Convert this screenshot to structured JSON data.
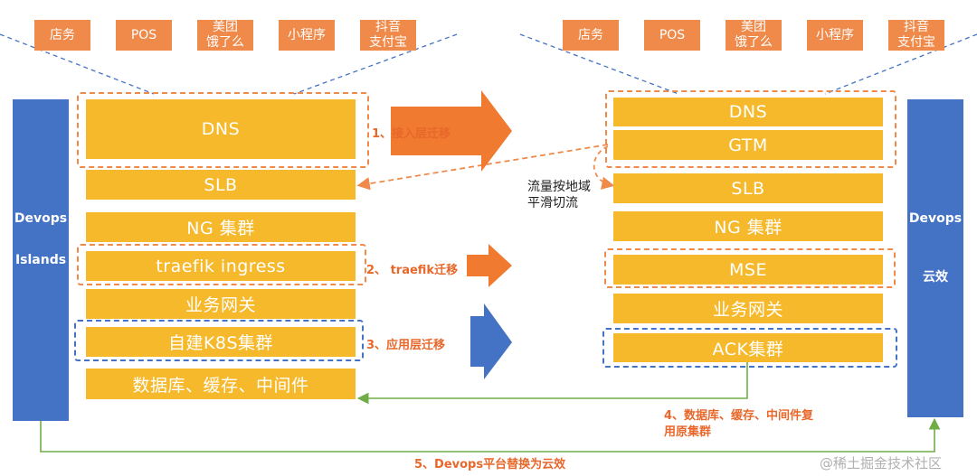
{
  "channels_left": [
    "店务",
    "POS",
    "美团\n饿了么",
    "小程序",
    "抖音\n支付宝"
  ],
  "channels_right": [
    "店务",
    "POS",
    "美团\n饿了么",
    "小程序",
    "抖音\n支付宝"
  ],
  "left_side": {
    "line1": "Devops",
    "line2": "Islands"
  },
  "right_side": {
    "line1": "Devops",
    "line2": "云效"
  },
  "left_layers": {
    "dns": "DNS",
    "slb": "SLB",
    "ng": "NG 集群",
    "traefik": "traefik ingress",
    "gateway": "业务网关",
    "k8s": "自建K8S集群",
    "db": "数据库、缓存、中间件"
  },
  "right_layers": {
    "dns": "DNS",
    "gtm": "GTM",
    "slb": "SLB",
    "ng": "NG 集群",
    "mse": "MSE",
    "gateway": "业务网关",
    "ack": "ACK集群"
  },
  "steps": {
    "s1": "1、接入层迁移",
    "s2": "2、 traefik迁移",
    "s3": "3、应用层迁移",
    "s4_line1": "4、数据库、缓存、中间件复",
    "s4_line2": "用原集群",
    "s5": "5、Devops平台替换为云效"
  },
  "traffic_note": {
    "line1": "流量按地域",
    "line2": "平滑切流"
  },
  "watermark": "@稀土掘金技术社区",
  "colors": {
    "orange": "#ef8a4a",
    "yellow": "#f6b92b",
    "blue": "#4472c4",
    "green": "#70ad47"
  }
}
